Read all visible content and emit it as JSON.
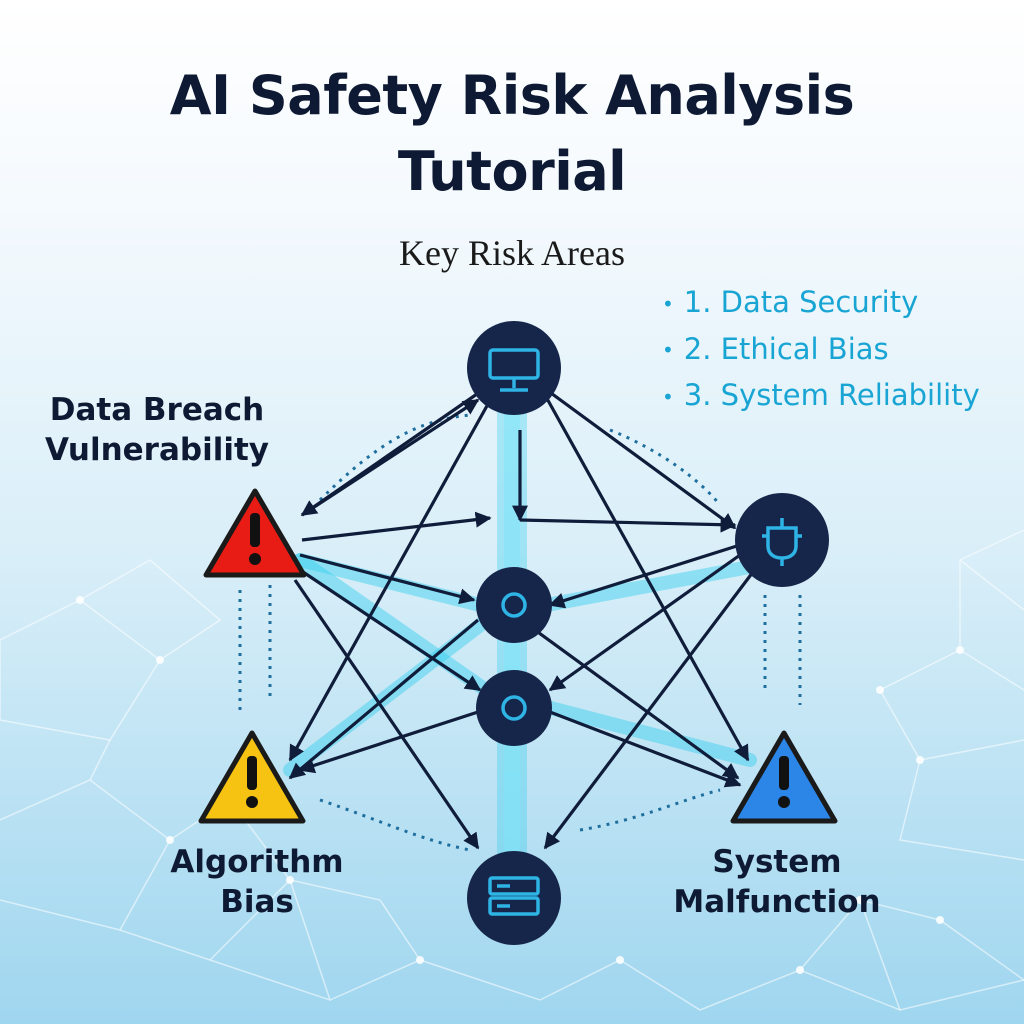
{
  "title_lines": [
    "AI Safety Risk Analysis",
    "Tutorial"
  ],
  "subtitle": "Key Risk Areas",
  "risk_areas": [
    "1. Data Security",
    "2. Ethical Bias",
    "3. System Reliability"
  ],
  "warnings": {
    "data_breach": {
      "label": "Data Breach\nVulnerability",
      "color": "#e81c14",
      "icon": "warning-triangle-icon"
    },
    "algorithm_bias": {
      "label": "Algorithm\nBias",
      "color": "#f7c312",
      "icon": "warning-triangle-icon"
    },
    "system_malfunction": {
      "label": "System\nMalfunction",
      "color": "#2b86e8",
      "icon": "warning-triangle-icon"
    }
  },
  "nodes": {
    "top": {
      "icon": "monitor-icon"
    },
    "right": {
      "icon": "plug-icon"
    },
    "center_upper": {
      "icon": "circle-icon"
    },
    "center_lower": {
      "icon": "circle-icon"
    },
    "bottom": {
      "icon": "server-icon"
    }
  },
  "colors": {
    "title": "#0e1a33",
    "accent_cyan": "#19a5d4",
    "node_fill": "#16264a",
    "arrow": "#0f1c3a",
    "glow": "#33cfee"
  }
}
